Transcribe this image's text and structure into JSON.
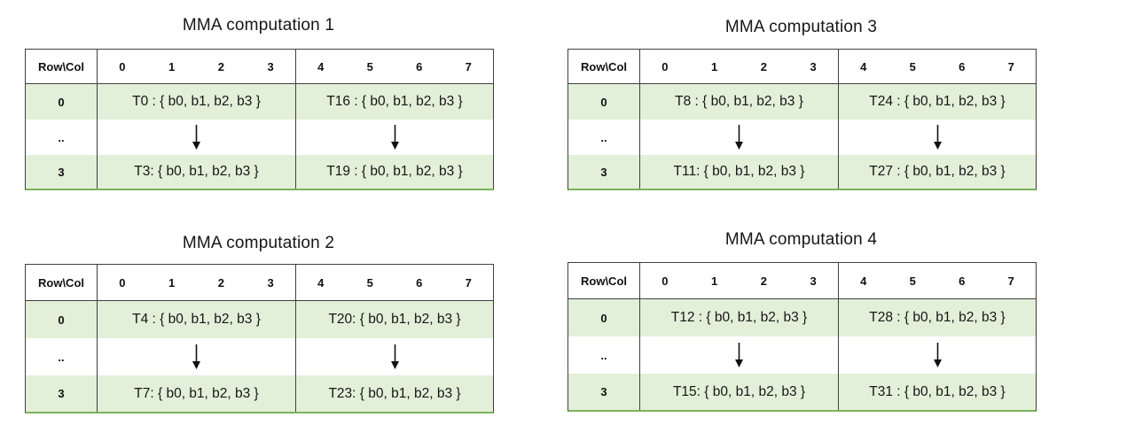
{
  "figure": {
    "description": "Four tables showing MMA computation thread/byte mappings",
    "arrow_icon": "down-arrow",
    "colors": {
      "row_fill": "#e2efd9",
      "border_dark": "#404040",
      "bottom_border_green": "#7cb25c",
      "text": "#1a1a1a"
    }
  },
  "tables": [
    {
      "title": "MMA computation 1",
      "header": {
        "corner": "Row\\Col",
        "cols_left": [
          "0",
          "1",
          "2",
          "3"
        ],
        "cols_right": [
          "4",
          "5",
          "6",
          "7"
        ]
      },
      "row0": {
        "label": "0",
        "left": "T0 : { b0, b1, b2, b3 }",
        "right": "T16 : { b0, b1, b2, b3 }"
      },
      "row_dots": {
        "label": ".."
      },
      "row3": {
        "label": "3",
        "left": "T3: { b0, b1, b2, b3 }",
        "right": "T19 : { b0, b1, b2, b3 }"
      }
    },
    {
      "title": "MMA computation 2",
      "header": {
        "corner": "Row\\Col",
        "cols_left": [
          "0",
          "1",
          "2",
          "3"
        ],
        "cols_right": [
          "4",
          "5",
          "6",
          "7"
        ]
      },
      "row0": {
        "label": "0",
        "left": "T4 : { b0, b1, b2, b3 }",
        "right": "T20: { b0, b1, b2, b3 }"
      },
      "row_dots": {
        "label": ".."
      },
      "row3": {
        "label": "3",
        "left": "T7: { b0, b1, b2, b3 }",
        "right": "T23: { b0, b1, b2, b3 }"
      }
    },
    {
      "title": "MMA computation 3",
      "header": {
        "corner": "Row\\Col",
        "cols_left": [
          "0",
          "1",
          "2",
          "3"
        ],
        "cols_right": [
          "4",
          "5",
          "6",
          "7"
        ]
      },
      "row0": {
        "label": "0",
        "left": "T8 : { b0, b1, b2, b3 }",
        "right": "T24 : { b0, b1, b2, b3 }"
      },
      "row_dots": {
        "label": ".."
      },
      "row3": {
        "label": "3",
        "left": "T11: { b0, b1, b2, b3 }",
        "right": "T27 : { b0, b1, b2, b3 }"
      }
    },
    {
      "title": "MMA computation 4",
      "header": {
        "corner": "Row\\Col",
        "cols_left": [
          "0",
          "1",
          "2",
          "3"
        ],
        "cols_right": [
          "4",
          "5",
          "6",
          "7"
        ]
      },
      "row0": {
        "label": "0",
        "left": "T12 : { b0, b1, b2, b3 }",
        "right": "T28 : { b0, b1, b2, b3 }"
      },
      "row_dots": {
        "label": ".."
      },
      "row3": {
        "label": "3",
        "left": "T15: { b0, b1, b2, b3 }",
        "right": "T31 : { b0, b1, b2, b3 }"
      }
    }
  ]
}
